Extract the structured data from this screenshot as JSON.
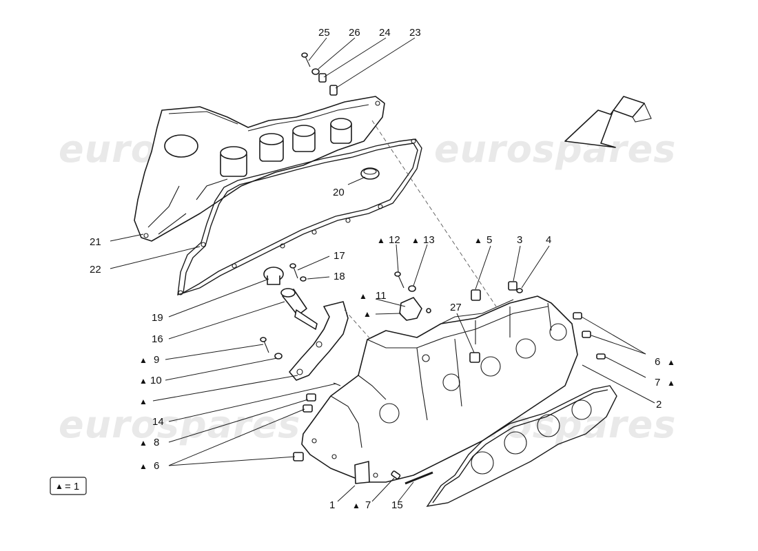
{
  "watermark": "eurospares",
  "legend": {
    "symbol": "▲",
    "text": "= 1"
  },
  "triangle": "▲",
  "labels": {
    "n25": "25",
    "n26": "26",
    "n24": "24",
    "n23": "23",
    "n20": "20",
    "n21": "21",
    "n22": "22",
    "n12": "12",
    "n13": "13",
    "n5": "5",
    "n3": "3",
    "n4": "4",
    "n17": "17",
    "n18": "18",
    "n11": "11",
    "n19": "19",
    "n27": "27",
    "n16": "16",
    "n9": "9",
    "n10": "10",
    "n14": "14",
    "n8": "8",
    "n6a": "6",
    "n6b": "6",
    "n7a": "7",
    "n7b": "7",
    "n2": "2",
    "n1": "1",
    "n15": "15"
  }
}
